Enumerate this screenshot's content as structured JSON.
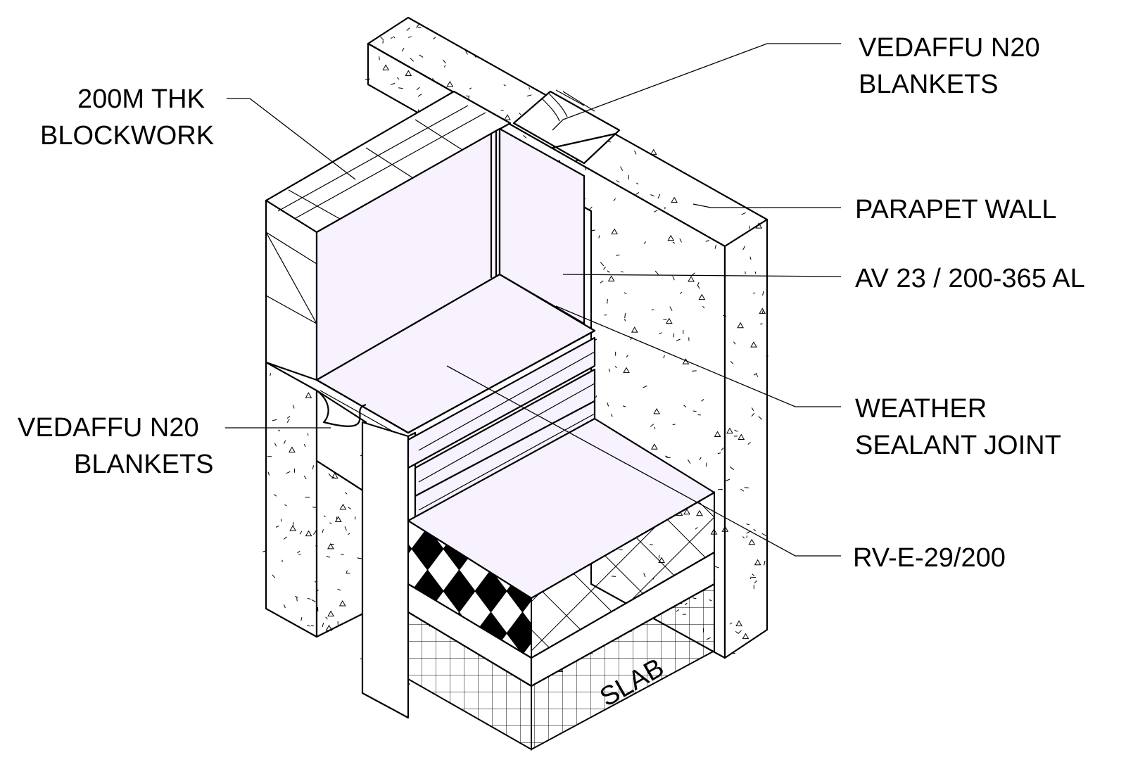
{
  "colors": {
    "line": "#000000",
    "panel_fill": "#f7f2fd",
    "background": "#ffffff"
  },
  "labels": {
    "blanket_top": [
      "VEDAFFU N20",
      "BLANKETS"
    ],
    "blockwork": [
      "200M THK",
      "BLOCKWORK"
    ],
    "parapet_wall": "PARAPET WALL",
    "av_panel": "AV 23 / 200-365 AL",
    "weather_sealant": [
      "WEATHER",
      "SEALANT JOINT"
    ],
    "blanket_left": [
      "VEDAFFU N20",
      "BLANKETS"
    ],
    "rv_panel": "RV-E-29/200",
    "slab": "SLAB"
  }
}
